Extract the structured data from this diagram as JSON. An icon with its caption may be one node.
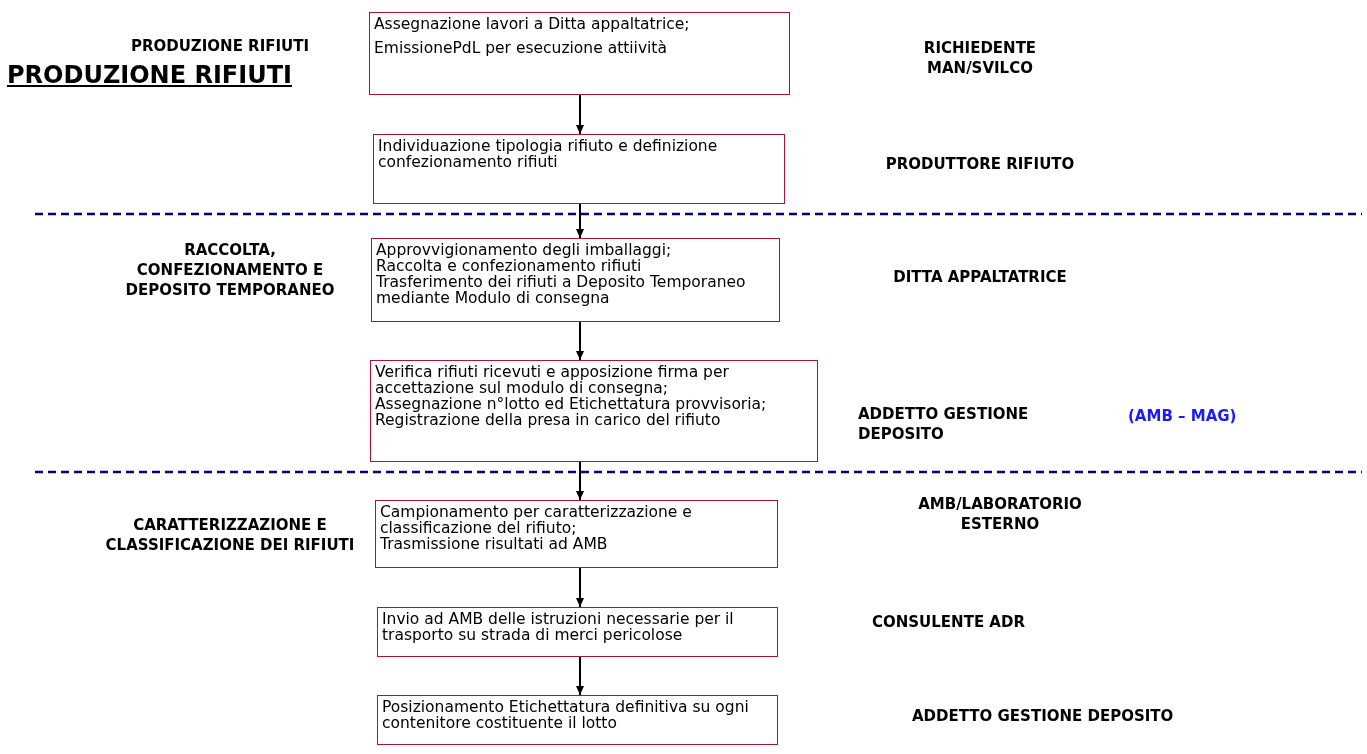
{
  "diagram": {
    "title": "PRODUZIONE RIFIUTI",
    "nodes": [
      {
        "text": [
          "Assegnazione lavori a Ditta appaltatrice;",
          "EmissionePdL per esecuzione attiività"
        ]
      },
      {
        "text": [
          "Individuazione tipologia rifiuto e definizione confezionamento rifiuti"
        ]
      },
      {
        "text": [
          "Approvvigionamento degli imballaggi;",
          "Raccolta e confezionamento rifiuti",
          "Trasferimento dei rifiuti a Deposito Temporaneo mediante Modulo di consegna"
        ]
      },
      {
        "text": [
          "Verifica rifiuti ricevuti e apposizione firma per accettazione sul modulo di consegna;",
          "Assegnazione n°lotto ed Etichettatura provvisoria;",
          "Registrazione della presa in carico del rifiuto"
        ]
      },
      {
        "text": [
          "Campionamento per caratterizzazione e classificazione del rifiuto;",
          "Trasmissione risultati ad AMB"
        ]
      },
      {
        "text": [
          "Invio ad AMB delle istruzioni necessarie per il trasporto su strada di merci pericolose"
        ]
      },
      {
        "text": [
          "Posizionamento Etichettatura definitiva su ogni contenitore costituente il lotto"
        ]
      }
    ],
    "edges": [
      {
        "from": 0,
        "to": 1,
        "arrow": "to"
      },
      {
        "from": 1,
        "to": 2,
        "arrow": "to"
      },
      {
        "from": 2,
        "to": 3,
        "arrow": "to"
      },
      {
        "from": 3,
        "to": 4,
        "arrow": "to"
      },
      {
        "from": 4,
        "to": 5,
        "arrow": "to"
      },
      {
        "from": 5,
        "to": 6,
        "arrow": "to"
      }
    ],
    "labels": [
      "PRODUZIONE RIFIUTI",
      "RICHIEDENTE MAN/SVILCO",
      "PRODUTTORE RIFIUTO",
      "RACCOLTA, CONFEZIONAMENTO E DEPOSITO TEMPORANEO",
      "DITTA APPALTATRICE",
      "ADDETTO GESTIONE DEPOSITO",
      "(AMB – MAG)",
      "CARATTERIZZAZIONE E CLASSIFICAZIONE DEI RIFIUTI",
      "AMB/LABORATORIO ESTERNO",
      "CONSULENTE ADR",
      "ADDETTO GESTIONE DEPOSITO"
    ]
  }
}
